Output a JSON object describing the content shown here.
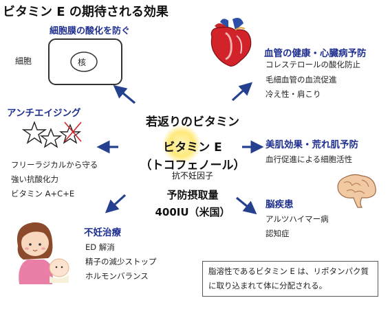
{
  "title": "ビタミン E の期待される効果",
  "membrane": {
    "heading": "細胞膜の酸化を防ぐ",
    "cell_label": "細胞",
    "nucleus_label": "核"
  },
  "antiaging": {
    "heading": "アンチエイジング",
    "items": [
      "フリーラジカルから守る",
      "強い抗酸化力",
      "ビタミン A+C+E"
    ]
  },
  "blood": {
    "heading": "血管の健康・心臓病予防",
    "items": [
      "コレステロールの酸化防止",
      "毛細血管の血流促進",
      "冷え性・肩こり"
    ]
  },
  "skin": {
    "heading": "美肌効果・荒れ肌予防",
    "items": [
      "血行促進による細胞活性"
    ]
  },
  "brain": {
    "heading": "脳疾患",
    "items": [
      "アルツハイマー病",
      "認知症"
    ]
  },
  "fertility": {
    "heading": "不妊治療",
    "items": [
      "ED 解消",
      "精子の減少ストップ",
      "ホルモンバランス"
    ]
  },
  "center": {
    "tagline": "若返りのビタミン",
    "name": "ビタミン E",
    "alias": "（トコフェノール）",
    "subtitle": "抗不妊因子",
    "intake_label": "予防摂取量",
    "intake_value": "400IU（米国）"
  },
  "note": "脂溶性であるビタミン E は、リポタンパク質に取り込まれて体に分配される。",
  "colors": {
    "heading_blue": "#1e2f8f",
    "arrow_blue": "#24408f",
    "glow_yellow": "#ffe97a"
  },
  "icons": [
    "cell-diagram-icon",
    "heart-icon",
    "stars-icon",
    "brain-icon",
    "mother-baby-icon"
  ]
}
